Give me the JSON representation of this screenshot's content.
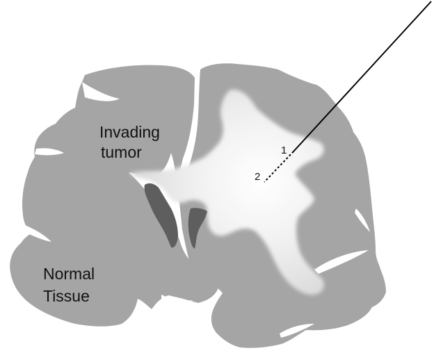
{
  "labels": {
    "invading_line1": "Invading",
    "invading_line2": "tumor",
    "normal_line1": "Normal",
    "normal_line2": "Tissue",
    "point_1": "1",
    "point_2": "2"
  },
  "colors": {
    "tissue": "#a5a5a5",
    "tumor_core": "#ffffff",
    "tumor_edge": "#dcdcdc",
    "ventricle": "#5e5e5e",
    "background": "#ffffff",
    "probe": "#000000"
  }
}
